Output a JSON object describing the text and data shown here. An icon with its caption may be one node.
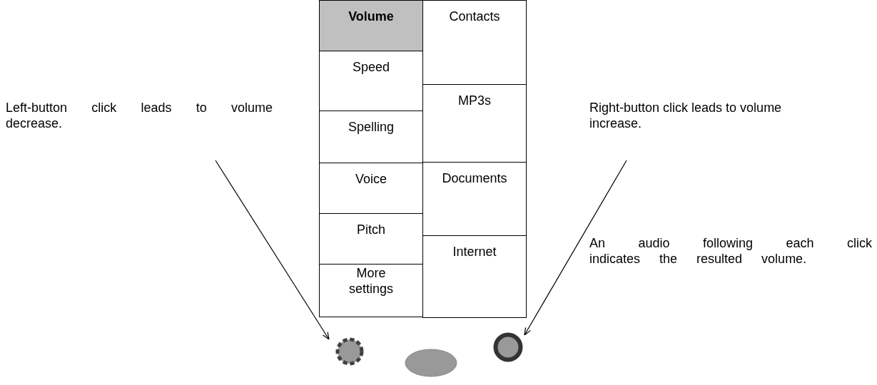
{
  "diagram": {
    "nodes": [
      {
        "text": [
          "Left-button click leads to volume decrease."
        ]
      },
      {
        "text": [
          "Volume"
        ]
      },
      {
        "text": [
          "Contacts"
        ]
      },
      {
        "text": [
          "Speed"
        ]
      },
      {
        "text": [
          "MP3s"
        ]
      },
      {
        "text": [
          "Spelling"
        ]
      },
      {
        "text": [
          "Voice"
        ]
      },
      {
        "text": [
          "Documents"
        ]
      },
      {
        "text": [
          "Pitch"
        ]
      },
      {
        "text": [
          "Internet"
        ]
      },
      {
        "text": [
          "More settings"
        ]
      },
      {
        "text": [
          "Right-button click leads to volume increase."
        ]
      },
      {
        "text": [],
        "shape": "circle"
      },
      {
        "text": [],
        "shape": "ellipse"
      },
      {
        "text": [],
        "shape": "circle"
      }
    ],
    "edges": [
      {
        "from": 0,
        "to": 12,
        "arrow": "to"
      },
      {
        "from": 11,
        "to": 14,
        "arrow": "to"
      }
    ],
    "labels": [
      "An audio following each click indicates the resulted volume."
    ]
  }
}
